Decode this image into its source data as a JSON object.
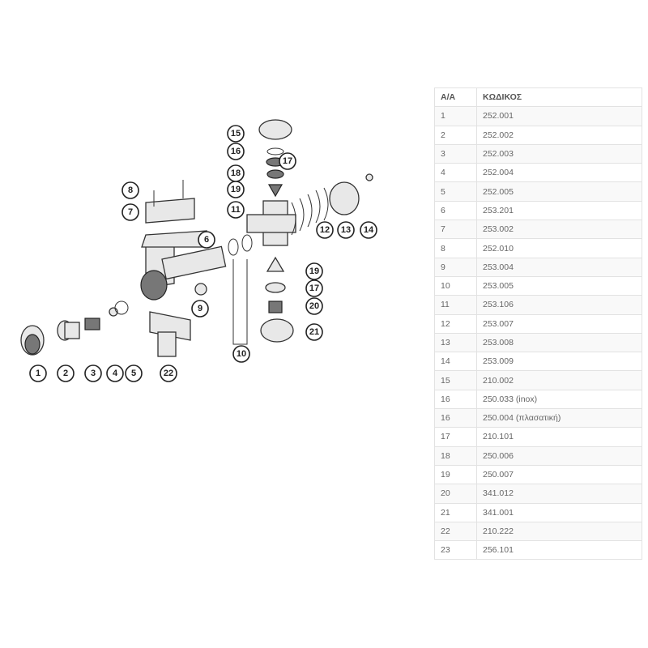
{
  "diagram": {
    "callouts": [
      "15",
      "16",
      "17",
      "18",
      "19",
      "11",
      "8",
      "7",
      "6",
      "12",
      "13",
      "14",
      "19",
      "17",
      "20",
      "21",
      "9",
      "10",
      "1",
      "2",
      "3",
      "4",
      "5",
      "22"
    ]
  },
  "table": {
    "headers": [
      "Α/Α",
      "ΚΩΔΙΚΟΣ"
    ],
    "rows": [
      [
        "1",
        "252.001"
      ],
      [
        "2",
        "252.002"
      ],
      [
        "3",
        "252.003"
      ],
      [
        "4",
        "252.004"
      ],
      [
        "5",
        "252.005"
      ],
      [
        "6",
        "253.201"
      ],
      [
        "7",
        "253.002"
      ],
      [
        "8",
        "252.010"
      ],
      [
        "9",
        "253.004"
      ],
      [
        "10",
        "253.005"
      ],
      [
        "11",
        "253.106"
      ],
      [
        "12",
        "253.007"
      ],
      [
        "13",
        "253.008"
      ],
      [
        "14",
        "253.009"
      ],
      [
        "15",
        "210.002"
      ],
      [
        "16",
        "250.033 (inox)"
      ],
      [
        "16",
        "250.004 (πλασατική)"
      ],
      [
        "17",
        "210.101"
      ],
      [
        "18",
        "250.006"
      ],
      [
        "19",
        "250.007"
      ],
      [
        "20",
        "341.012"
      ],
      [
        "21",
        "341.001"
      ],
      [
        "22",
        "210.222"
      ],
      [
        "23",
        "256.101"
      ]
    ]
  }
}
